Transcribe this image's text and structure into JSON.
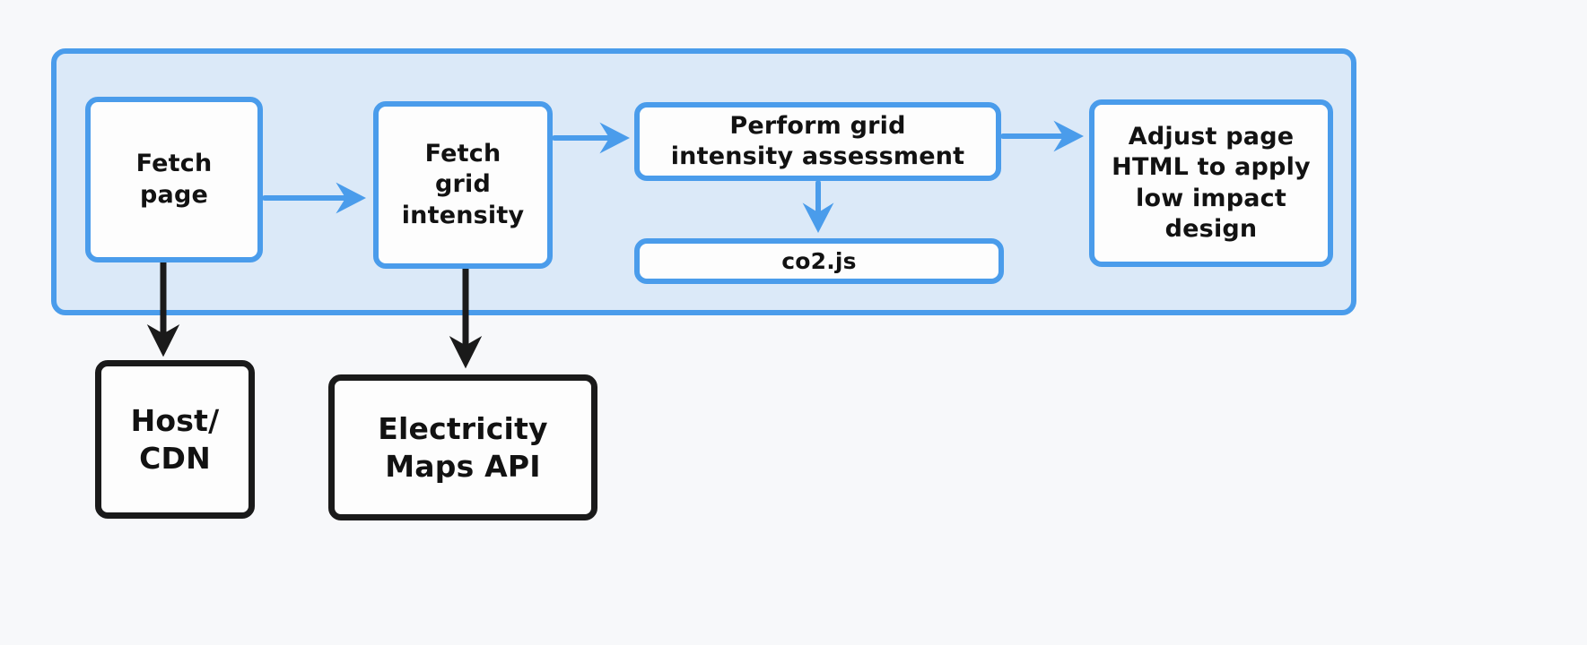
{
  "diagram": {
    "title": "Grid-aware website adaptation flow",
    "background_color": "#f7f8fa",
    "accent_blue": "#4a9ceb",
    "group_fill": "#dbe9f8",
    "outline_black": "#1a1a1a",
    "group": {
      "name": "website-request-pipeline",
      "label": ""
    },
    "nodes": [
      {
        "id": "fetch-page",
        "label": "Fetch\npage",
        "style": "blue"
      },
      {
        "id": "fetch-grid",
        "label": "Fetch\ngrid\nintensity",
        "style": "blue"
      },
      {
        "id": "assessment",
        "label": "Perform grid\nintensity assessment",
        "style": "blue"
      },
      {
        "id": "co2js",
        "label": "co2.js",
        "style": "blue"
      },
      {
        "id": "adjust",
        "label": "Adjust page\nHTML to  apply\nlow impact\ndesign",
        "style": "blue"
      },
      {
        "id": "host-cdn",
        "label": "Host/\nCDN",
        "style": "black"
      },
      {
        "id": "electricity-maps",
        "label": "Electricity\nMaps API",
        "style": "black"
      }
    ],
    "edges": [
      {
        "id": "fetch-page-to-fetch-grid",
        "from": "fetch-page",
        "to": "fetch-grid",
        "direction": "right",
        "color": "#4a9ceb"
      },
      {
        "id": "fetch-grid-to-assessment",
        "from": "fetch-grid",
        "to": "assessment",
        "direction": "right",
        "color": "#4a9ceb"
      },
      {
        "id": "assessment-to-adjust",
        "from": "assessment",
        "to": "adjust",
        "direction": "right",
        "color": "#4a9ceb"
      },
      {
        "id": "assessment-to-co2js",
        "from": "assessment",
        "to": "co2js",
        "direction": "down",
        "color": "#4a9ceb"
      },
      {
        "id": "fetch-page-to-host-cdn",
        "from": "fetch-page",
        "to": "host-cdn",
        "direction": "bidirectional-vertical",
        "color": "#1a1a1a"
      },
      {
        "id": "fetch-grid-to-electricity-maps",
        "from": "fetch-grid",
        "to": "electricity-maps",
        "direction": "bidirectional-vertical",
        "color": "#1a1a1a"
      }
    ]
  }
}
